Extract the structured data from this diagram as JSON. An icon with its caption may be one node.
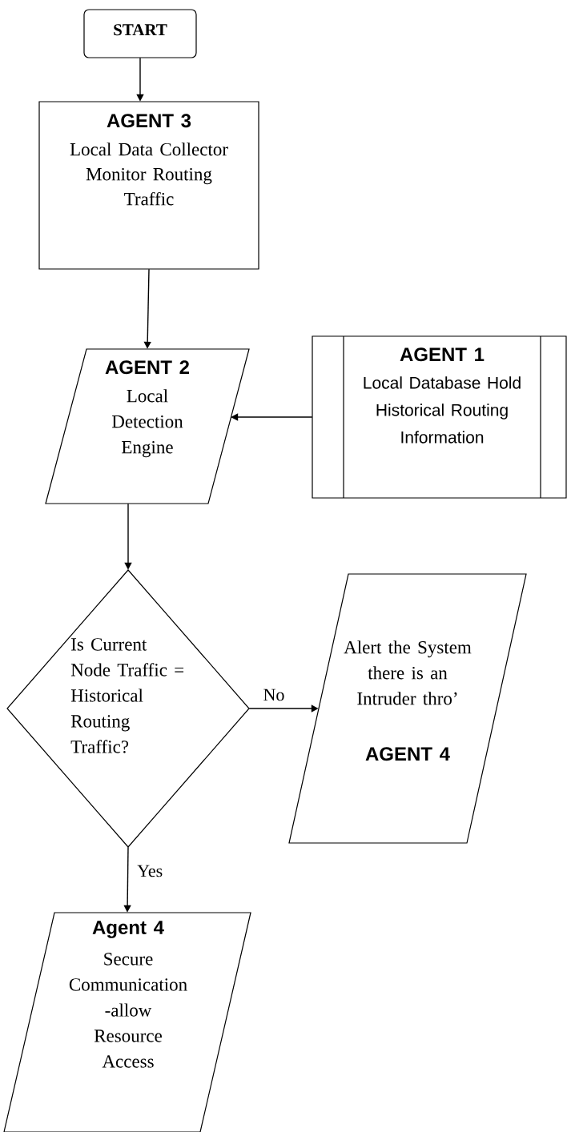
{
  "diagram": {
    "nodes": [
      {
        "text": [
          "START"
        ]
      },
      {
        "text": [
          "AGENT 3",
          "Local Data Collector Monitor Routing Traffic"
        ]
      },
      {
        "text": [
          "AGENT 2",
          "Local Detection Engine"
        ]
      },
      {
        "text": [
          "AGENT 1",
          "Local Database Hold Historical Routing Information"
        ]
      },
      {
        "text": [
          "Is Current Node Traffic = Historical Routing Traffic?"
        ]
      },
      {
        "text": [
          "Alert the System there is an Intruder thro’",
          "AGENT 4"
        ]
      },
      {
        "text": [
          "Agent 4",
          "Secure Communication -allow Resource Access"
        ]
      }
    ],
    "edges": [
      {
        "from": 0,
        "to": 1,
        "arrow": "to"
      },
      {
        "from": 1,
        "to": 2,
        "arrow": "to"
      },
      {
        "from": 3,
        "to": 2,
        "arrow": "to"
      },
      {
        "from": 2,
        "to": 4,
        "arrow": "to"
      },
      {
        "from": 4,
        "to": 5,
        "arrow": "to",
        "label": "No"
      },
      {
        "from": 4,
        "to": 6,
        "arrow": "to",
        "label": "Yes"
      }
    ]
  }
}
